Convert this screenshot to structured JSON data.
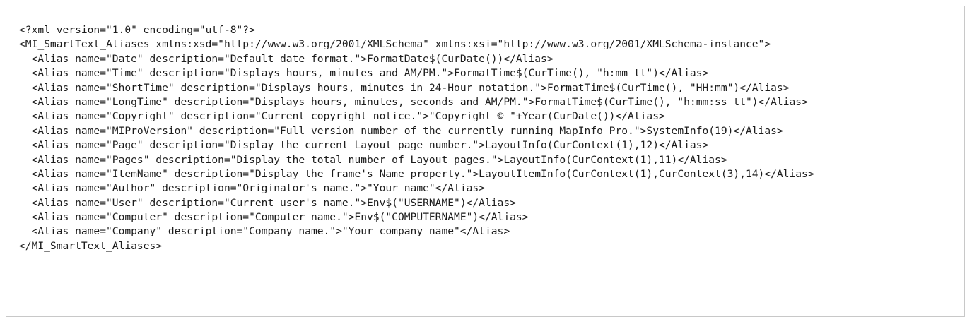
{
  "document": {
    "kind": "xml-source-listing",
    "language": "XML",
    "root_element": "MI_SmartText_Aliases",
    "text_color": "#1c1c1c",
    "background_color": "#ffffff",
    "border_color": "#c8c8c8",
    "lines": [
      "<?xml version=\"1.0\" encoding=\"utf-8\"?>",
      "<MI_SmartText_Aliases xmlns:xsd=\"http://www.w3.org/2001/XMLSchema\" xmlns:xsi=\"http://www.w3.org/2001/XMLSchema-instance\">",
      "  <Alias name=\"Date\" description=\"Default date format.\">FormatDate$(CurDate())</Alias>",
      "  <Alias name=\"Time\" description=\"Displays hours, minutes and AM/PM.\">FormatTime$(CurTime(), \"h:mm tt\")</Alias>",
      "  <Alias name=\"ShortTime\" description=\"Displays hours, minutes in 24-Hour notation.\">FormatTime$(CurTime(), \"HH:mm\")</Alias>",
      "  <Alias name=\"LongTime\" description=\"Displays hours, minutes, seconds and AM/PM.\">FormatTime$(CurTime(), \"h:mm:ss tt\")</Alias>",
      "  <Alias name=\"Copyright\" description=\"Current copyright notice.\">\"Copyright © \"+Year(CurDate())</Alias>",
      "  <Alias name=\"MIProVersion\" description=\"Full version number of the currently running MapInfo Pro.\">SystemInfo(19)</Alias>",
      "  <Alias name=\"Page\" description=\"Display the current Layout page number.\">LayoutInfo(CurContext(1),12)</Alias>",
      "  <Alias name=\"Pages\" description=\"Display the total number of Layout pages.\">LayoutInfo(CurContext(1),11)</Alias>",
      "  <Alias name=\"ItemName\" description=\"Display the frame's Name property.\">LayoutItemInfo(CurContext(1),CurContext(3),14)</Alias>",
      "  <Alias name=\"Author\" description=\"Originator's name.\">\"Your name\"</Alias>",
      "  <Alias name=\"User\" description=\"Current user's name.\">Env$(\"USERNAME\")</Alias>",
      "  <Alias name=\"Computer\" description=\"Computer name.\">Env$(\"COMPUTERNAME\")</Alias>",
      "  <Alias name=\"Company\" description=\"Company name.\">\"Your company name\"</Alias>",
      "</MI_SmartText_Aliases>"
    ]
  }
}
